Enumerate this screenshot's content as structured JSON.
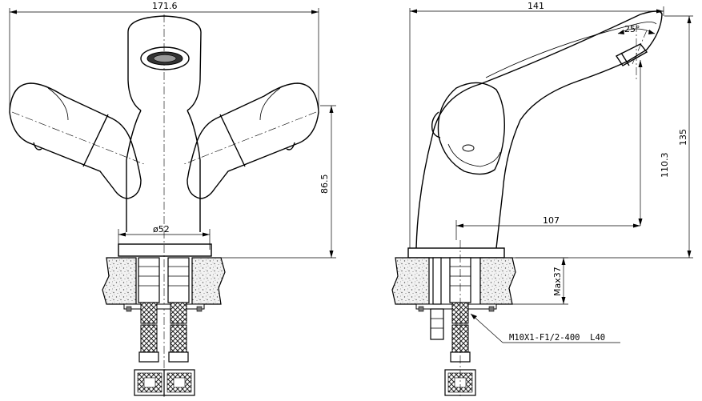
{
  "front_view": {
    "width_dim": "171.6",
    "height_dim": "86.5",
    "base_diameter": "ø52"
  },
  "side_view": {
    "width_dim": "141",
    "height_total_dim": "135",
    "height_spout_dim": "110.3",
    "reach_dim": "107",
    "angle_dim": "25°",
    "max_thickness_dim": "Max37",
    "hose_spec": "M10X1-F1/2-400  L40"
  }
}
